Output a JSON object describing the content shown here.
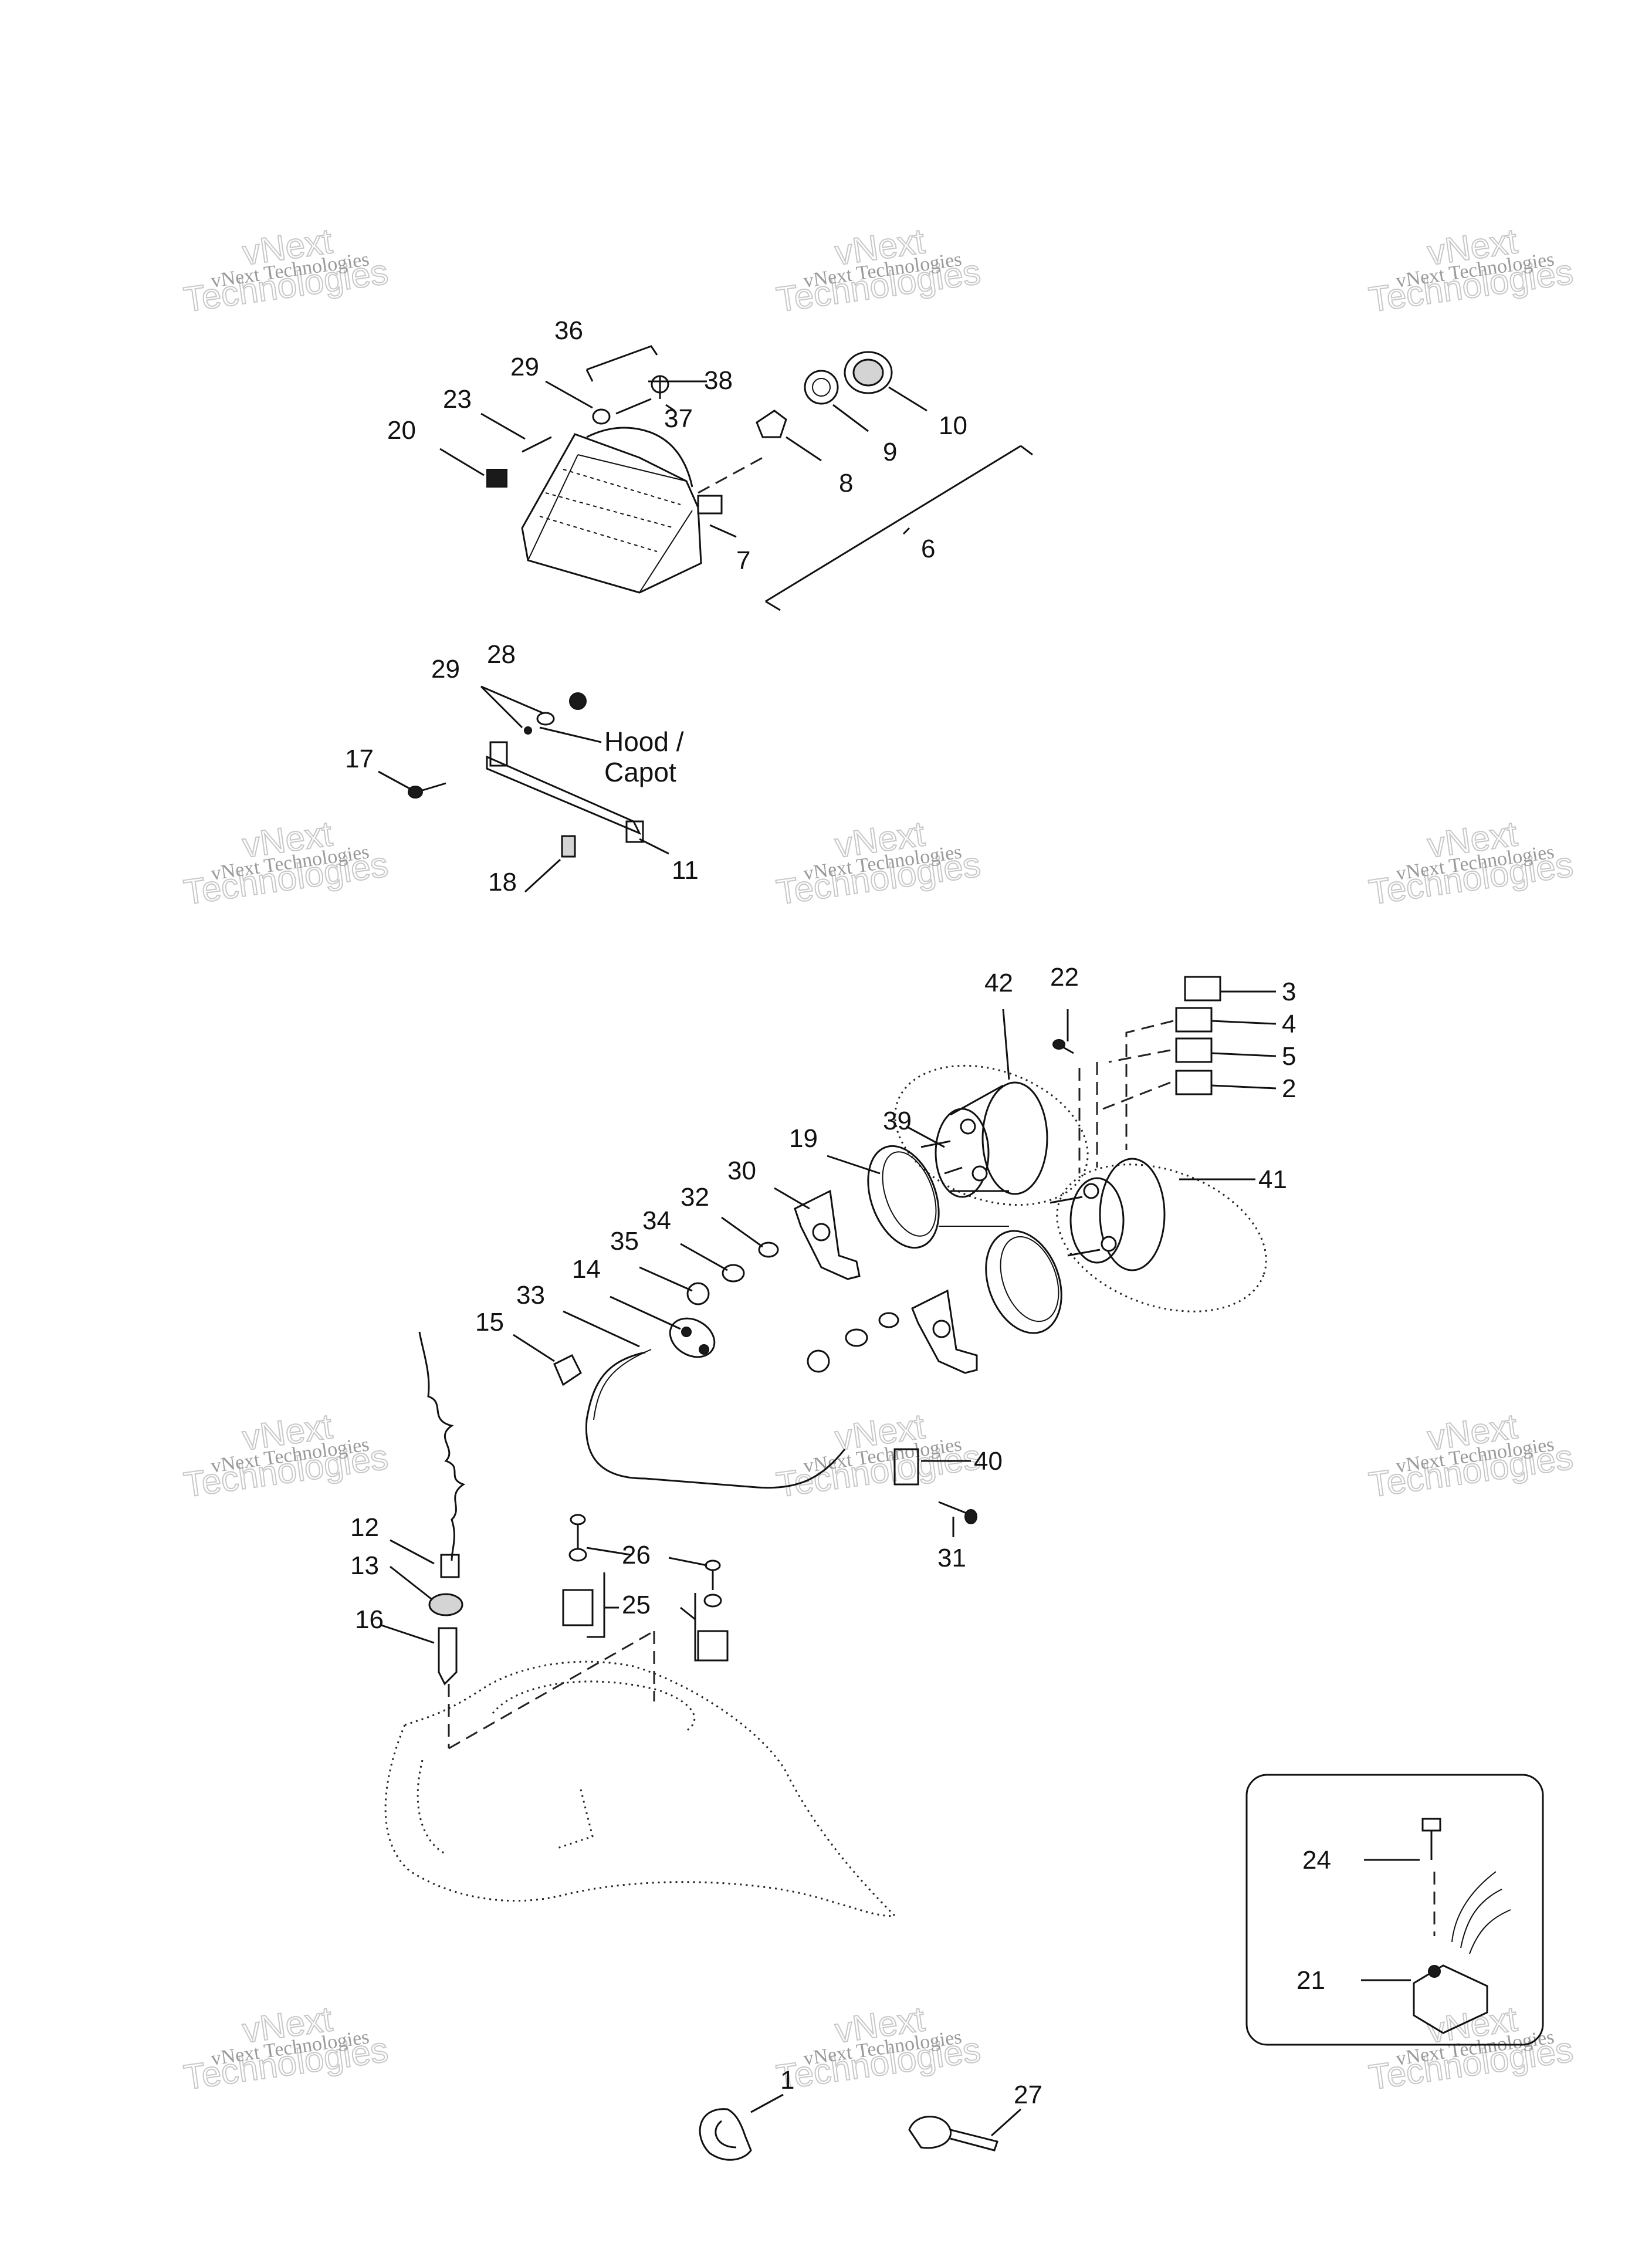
{
  "watermark": {
    "line1": "vNext Technologies",
    "line2": "vNext\nTechnologies"
  },
  "callouts": {
    "c1": "1",
    "c2": "2",
    "c3": "3",
    "c4": "4",
    "c5": "5",
    "c6": "6",
    "c7": "7",
    "c8": "8",
    "c9": "9",
    "c10": "10",
    "c11": "11",
    "c12": "12",
    "c13": "13",
    "c14": "14",
    "c15": "15",
    "c16": "16",
    "c17": "17",
    "c18": "18",
    "c19": "19",
    "c20": "20",
    "c21": "21",
    "c22": "22",
    "c23": "23",
    "c24": "24",
    "c25": "25",
    "c26": "26",
    "c27": "27",
    "c28": "28",
    "c29a": "29",
    "c29b": "29",
    "c30": "30",
    "c31": "31",
    "c32": "32",
    "c33": "33",
    "c34": "34",
    "c35": "35",
    "c36": "36",
    "c37": "37",
    "c38": "38",
    "c39": "39",
    "c40": "40",
    "c41": "41",
    "c42": "42"
  },
  "hood_label": {
    "line1": "Hood /",
    "line2": "Capot"
  }
}
